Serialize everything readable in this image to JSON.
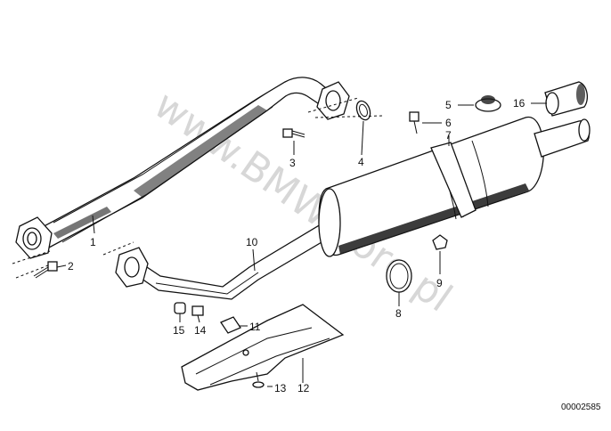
{
  "watermark": "www.BMWstore.pl",
  "diagram_code": "00002585",
  "callouts": {
    "c1": "1",
    "c2": "2",
    "c3": "3",
    "c4": "4",
    "c5": "5",
    "c6": "6",
    "c7": "7",
    "c8": "8",
    "c9": "9",
    "c10": "10",
    "c11": "11",
    "c12": "12",
    "c13": "13",
    "c14": "14",
    "c15": "15",
    "c16": "16"
  }
}
